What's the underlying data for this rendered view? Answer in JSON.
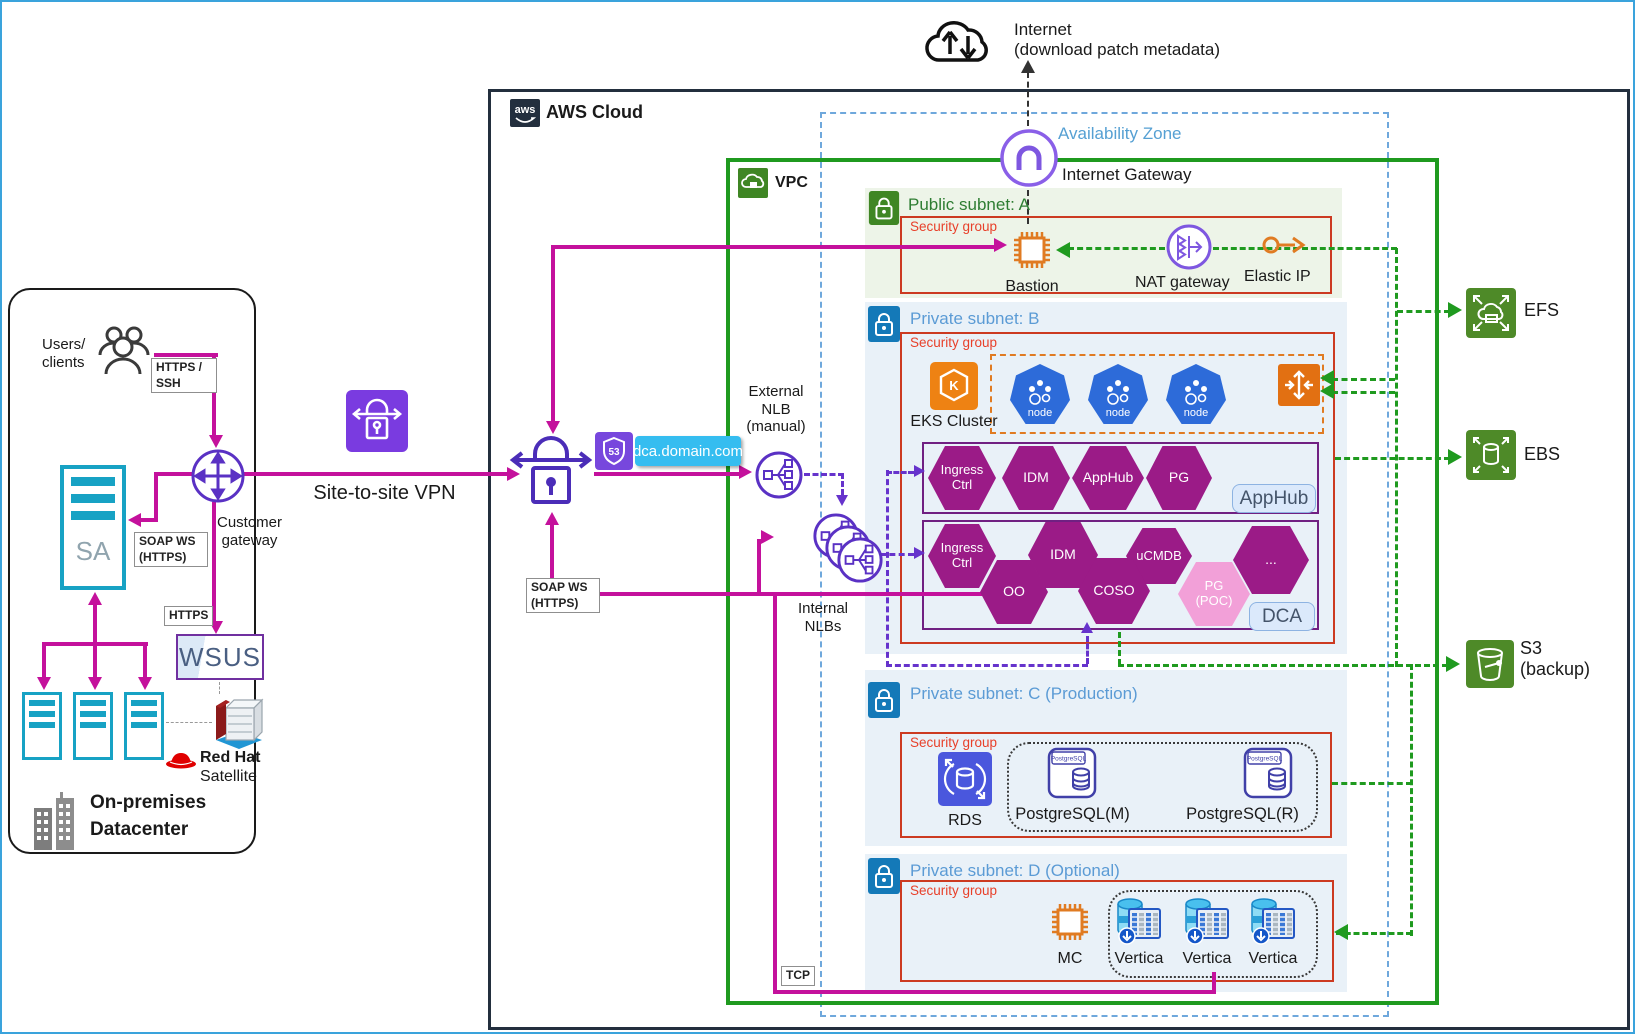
{
  "onprem": {
    "users_label": "Users/\nclients",
    "sa_label": "SA",
    "wsus_label": "WSUS",
    "customer_gateway_label": "Customer\ngateway",
    "redhat_brand": "Red Hat",
    "redhat_product": "Satellite",
    "title": "On-premises\nDatacenter"
  },
  "links": {
    "https_ssh": "HTTPS /\nSSH",
    "soap_ws_left": "SOAP WS\n(HTTPS)",
    "https": "HTTPS",
    "site_to_site": "Site-to-site VPN",
    "soap_ws_mid": "SOAP WS\n(HTTPS)",
    "tcp": "TCP",
    "dns_record": "dca.domain.com"
  },
  "aws": {
    "logo": "aws",
    "title": "AWS Cloud"
  },
  "vpc": {
    "label": "VPC"
  },
  "az": {
    "label": "Availability Zone"
  },
  "internet": {
    "label": "Internet\n(download patch metadata)",
    "gateway_label": "Internet Gateway"
  },
  "nlb": {
    "external": "External\nNLB\n(manual)",
    "internal": "Internal\nNLBs"
  },
  "subnetA": {
    "title": "Public subnet: A",
    "sg": "Security group",
    "bastion": "Bastion",
    "nat": "NAT gateway",
    "eip": "Elastic IP"
  },
  "subnetB": {
    "title": "Private subnet: B",
    "sg": "Security group",
    "eks": "EKS Cluster",
    "eks_letter": "K",
    "node": "node",
    "apphub": {
      "hexes": [
        "Ingress\nCtrl",
        "IDM",
        "AppHub",
        "PG"
      ],
      "chip": "AppHub"
    },
    "dca": {
      "hexes": [
        "Ingress\nCtrl",
        "IDM",
        "uCMDB",
        "...",
        "OO",
        "COSO",
        "PG\n(POC)"
      ],
      "chip": "DCA"
    }
  },
  "subnetC": {
    "title": "Private subnet: C (Production)",
    "sg": "Security group",
    "rds": "RDS",
    "pg_icon": "PostgreSQL",
    "pg_m": "PostgreSQL(M)",
    "pg_r": "PostgreSQL(R)"
  },
  "subnetD": {
    "title": "Private subnet: D (Optional)",
    "sg": "Security group",
    "mc": "MC",
    "vertica": [
      "Vertica",
      "Vertica",
      "Vertica"
    ]
  },
  "services": {
    "efs": "EFS",
    "ebs": "EBS",
    "s3": "S3\n(backup)"
  },
  "icons": {
    "r53_number": "53"
  },
  "colors": {
    "magenta": "#c4119c",
    "vpc_green": "#1f9a1f",
    "aws_border": "#232f3e",
    "security_red": "#cc3a21",
    "purple": "#5a31c4",
    "purple_dash": "#6633cc",
    "hex": "#9b1b87",
    "hex_pink": "#f2a0d8",
    "k8s_blue": "#2d6bd9",
    "orange": "#e07b22",
    "subnet_public_bg": "#edf4e8",
    "subnet_private_bg": "#e9f1f8",
    "az_blue": "#6fa8dc",
    "cyan": "#17a2c4",
    "dns_chip": "#35bdf0"
  }
}
